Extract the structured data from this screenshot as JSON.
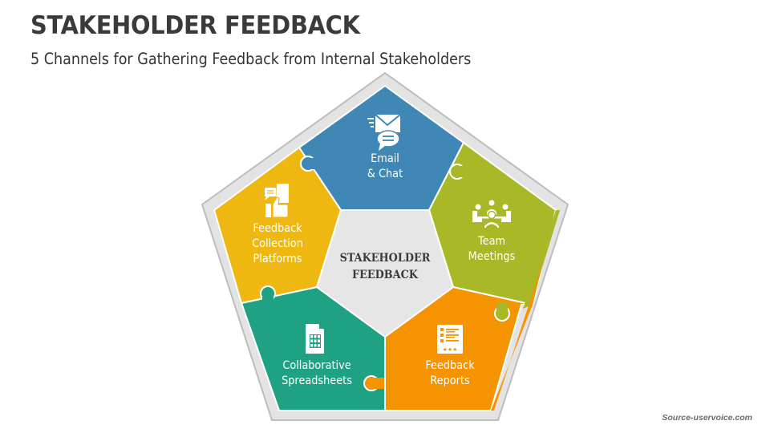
{
  "header": {
    "title": "STAKEHOLDER FEEDBACK",
    "subtitle": "5 Channels for Gathering Feedback from Internal Stakeholders"
  },
  "diagram": {
    "center": {
      "line1": "STAKEHOLDER",
      "line2": "FEEDBACK",
      "color": "#E6E6E6"
    },
    "segments": [
      {
        "id": "email-chat",
        "line1": "Email",
        "line2": "& Chat",
        "line3": "",
        "icon": "email-chat-icon",
        "color": "#3F87B5"
      },
      {
        "id": "team-meetings",
        "line1": "Team",
        "line2": "Meetings",
        "line3": "",
        "icon": "team-meeting-icon",
        "color": "#A8B826"
      },
      {
        "id": "feedback-reports",
        "line1": "Feedback",
        "line2": "Reports",
        "line3": "",
        "icon": "report-checklist-icon",
        "color": "#F59300"
      },
      {
        "id": "collaborative-spreadsheets",
        "line1": "Collaborative",
        "line2": "Spreadsheets",
        "line3": "",
        "icon": "spreadsheet-icon",
        "color": "#1FA184"
      },
      {
        "id": "feedback-collection-platforms",
        "line1": "Feedback",
        "line2": "Collection",
        "line3": "Platforms",
        "icon": "thumbs-up-chat-icon",
        "color": "#EFB810"
      }
    ],
    "frame_color": "#E6E6E6"
  },
  "footer": {
    "source": "Source-uservoice.com"
  }
}
